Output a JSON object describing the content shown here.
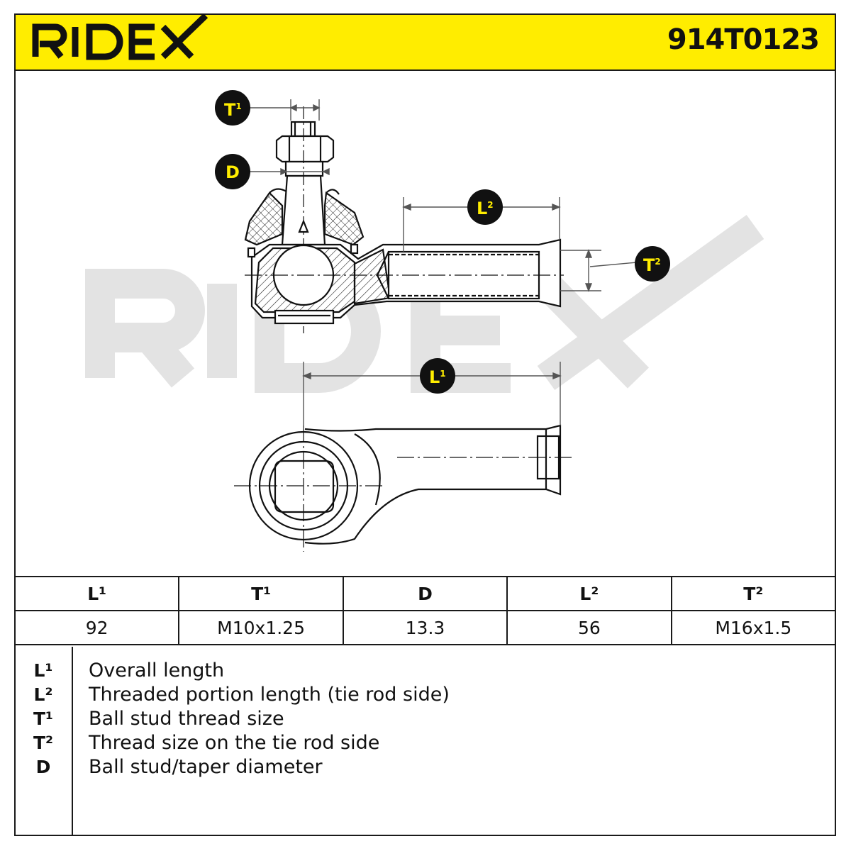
{
  "brand": {
    "logo_text": "RIDEX",
    "accent_color": "#ffed00",
    "part_number": "914T0123"
  },
  "drawing": {
    "watermark_text": "RIDEX",
    "callouts": {
      "t1": {
        "letter": "T",
        "sup": "1"
      },
      "d": {
        "letter": "D",
        "sup": ""
      },
      "l2": {
        "letter": "L",
        "sup": "2"
      },
      "t2": {
        "letter": "T",
        "sup": "2"
      },
      "l1": {
        "letter": "L",
        "sup": "1"
      }
    }
  },
  "specs": {
    "headers": [
      "L¹",
      "T¹",
      "D",
      "L²",
      "T²"
    ],
    "values": [
      "92",
      "M10x1.25",
      "13.3",
      "56",
      "M16x1.5"
    ]
  },
  "legend": [
    {
      "symbol": "L¹",
      "text": "Overall length"
    },
    {
      "symbol": "L²",
      "text": "Threaded portion length (tie rod side)"
    },
    {
      "symbol": "T¹",
      "text": "Ball stud thread size"
    },
    {
      "symbol": "T²",
      "text": "Thread size on the tie rod side"
    },
    {
      "symbol": "D",
      "text": "Ball stud/taper diameter"
    }
  ]
}
